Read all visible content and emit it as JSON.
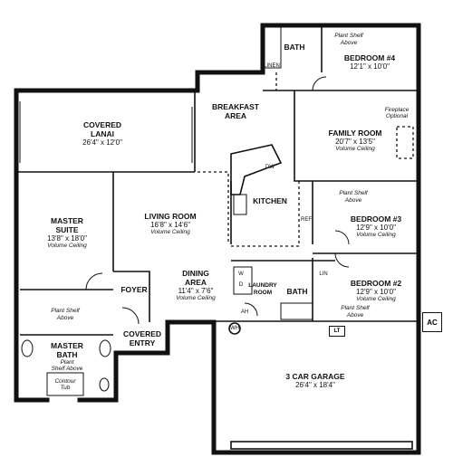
{
  "rooms": {
    "bath_top": {
      "name": "BATH"
    },
    "linen": {
      "name": "LINEN"
    },
    "bedroom4": {
      "name": "BEDROOM #4",
      "dims": "12'1\" x 10'0\""
    },
    "shelf_bed4": {
      "l1": "Plant Shelf",
      "l2": "Above"
    },
    "breakfast": {
      "l1": "BREAKFAST",
      "l2": "AREA"
    },
    "fireplace": {
      "l1": "Fireplace",
      "l2": "Optional"
    },
    "covered_lanai": {
      "l1": "COVERED",
      "l2": "LANAI",
      "dims": "26'4\" x 12'0\""
    },
    "family_room": {
      "name": "FAMILY ROOM",
      "dims": "20'7\" x 13'5\"",
      "ceiling": "Volume Ceiling"
    },
    "kitchen": {
      "name": "KITCHEN"
    },
    "shelf_bed3": {
      "l1": "Plant Shelf",
      "l2": "Above"
    },
    "bedroom3": {
      "name": "BEDROOM #3",
      "dims": "12'9\" x 10'0\"",
      "ceiling": "Volume Ceiling"
    },
    "master_suite": {
      "l1": "MASTER",
      "l2": "SUITE",
      "dims": "13'8\" x 18'0\"",
      "ceiling": "Volume Ceiling"
    },
    "living_room": {
      "name": "LIVING ROOM",
      "dims": "16'8\" x 14'6\"",
      "ceiling": "Volume Ceiling"
    },
    "dining_area": {
      "l1": "DINING",
      "l2": "AREA",
      "dims": "11'4\" x 7'6\"",
      "ceiling": "Volume Ceiling"
    },
    "foyer": {
      "name": "FOYER"
    },
    "laundry": {
      "l1": "LAUNDRY",
      "l2": "ROOM"
    },
    "bath2": {
      "name": "BATH"
    },
    "bedroom2": {
      "name": "BEDROOM #2",
      "dims": "12'9\" x 10'0\"",
      "ceiling": "Volume Ceiling"
    },
    "shelf_bed2": {
      "l1": "Plant Shelf",
      "l2": "Above"
    },
    "shelf_master": {
      "l1": "Plant Shelf",
      "l2": "Above"
    },
    "master_bath": {
      "l1": "MASTER",
      "l2": "BATH",
      "l3": "Plant",
      "l4": "Shelf Above"
    },
    "contour_tub": {
      "l1": "Contour",
      "l2": "Tub"
    },
    "covered_entry": {
      "l1": "COVERED",
      "l2": "ENTRY"
    },
    "garage": {
      "name": "3 CAR GARAGE",
      "dims": "26'4\" x 18'4\""
    }
  },
  "labels": {
    "ac": "AC",
    "lt": "LT",
    "wh": "WH",
    "ah": "AH",
    "dw": "DW",
    "ref": "REF",
    "w": "W",
    "d": "D",
    "lin": "LIN"
  }
}
